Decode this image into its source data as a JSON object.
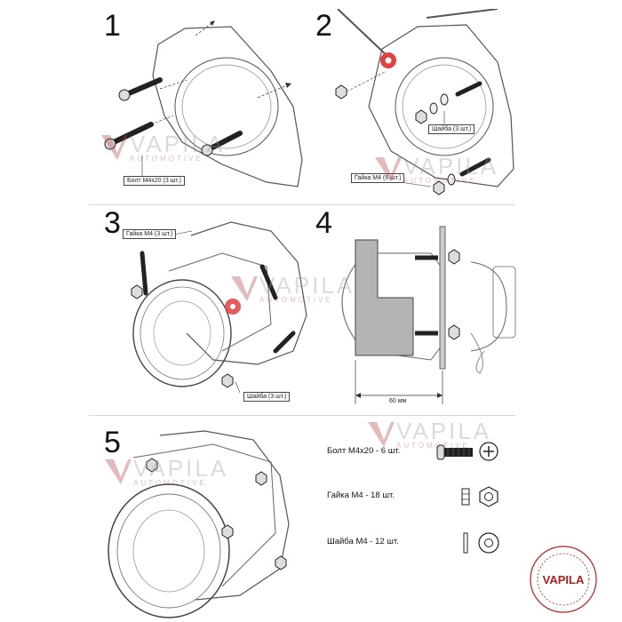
{
  "steps": {
    "s1": "1",
    "s2": "2",
    "s3": "3",
    "s4": "4",
    "s5": "5"
  },
  "callouts": {
    "bolt_m4x20_3": "Болт M4x20 (3 шт.)",
    "washer_3_step2": "Шайба (3 шт.)",
    "nut_m4_6": "Гайка M4 (6 шт.)",
    "nut_m4_3": "Гайка M4 (3 шт.)",
    "washer_3_step3": "Шайба (3 шт.)",
    "dimension_60": "60 мм"
  },
  "legend": {
    "bolt": "Болт M4x20 - 6 шт.",
    "nut": "Гайка M4 - 18 шт.",
    "washer": "Шайба M4 - 12 шт."
  },
  "watermark": {
    "brand": "VAPILA",
    "sub": "AUTOMOTIVE"
  },
  "stamp": {
    "label": "VAPILA"
  },
  "colors": {
    "line": "#555555",
    "highlight": "#e04040",
    "stamp": "#b02020"
  }
}
